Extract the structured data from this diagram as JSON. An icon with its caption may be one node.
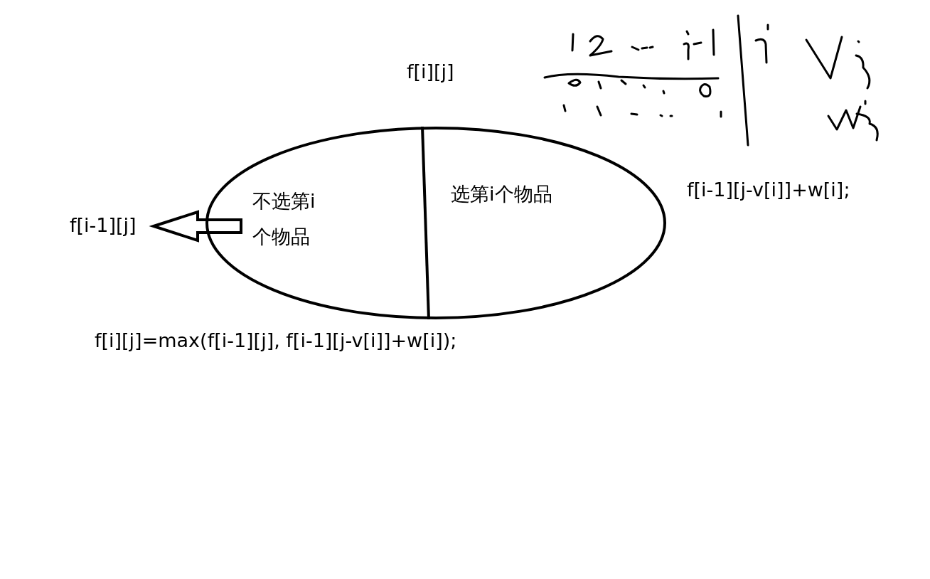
{
  "diagram": {
    "nodes": [
      {
        "text": [],
        "shape": "ellipse"
      },
      {
        "text": [
          "不选第i个物品"
        ],
        "in": 0
      },
      {
        "text": [
          "选第i个物品"
        ],
        "in": 0
      },
      {
        "text": [
          "f[i-1][j]"
        ]
      }
    ],
    "edges": [
      {
        "from": 1,
        "to": 3,
        "arrow": "to"
      }
    ],
    "labels": [
      "f[i][j]",
      "f[i-1][j-v[i]]+w[i];",
      "f[i][j]=max(f[i-1][j], f[i-1][j-v[i]]+w[i]);"
    ]
  }
}
